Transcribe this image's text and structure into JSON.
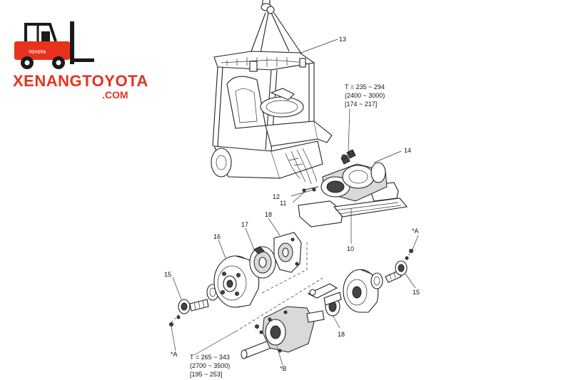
{
  "logo": {
    "brand_line1": "XENANGTOYOTA",
    "brand_line2": ".COM",
    "badge_text": "TOYOTA",
    "color_red": "#e8321e",
    "color_black": "#1a1a1a"
  },
  "callouts": {
    "n10": "10",
    "n11": "11",
    "n12": "12",
    "n13": "13",
    "n14": "14",
    "n15a": "15",
    "n15b": "15",
    "n16": "16",
    "n17": "17",
    "n18a": "18",
    "n18b": "18",
    "refA1": "*A",
    "refA2": "*A",
    "refB": "*B"
  },
  "torque1": {
    "line1": "T = 235 ~ 294",
    "line2": "(2400 ~ 3000)",
    "line3": "[174 ~ 217]"
  },
  "torque2": {
    "line1": "T = 265 ~ 343",
    "line2": "(2700 ~ 3500)",
    "line3": "[195 ~ 253]"
  }
}
